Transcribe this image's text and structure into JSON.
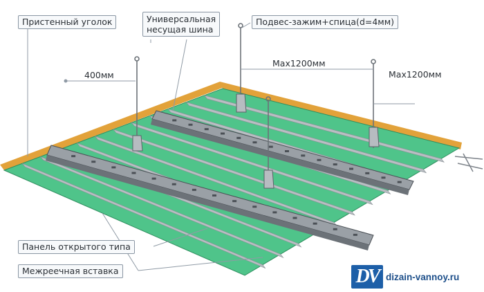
{
  "labels": {
    "wall_angle": "Пристенный уголок",
    "carrier_line1": "Универсальная",
    "carrier_line2": "несущая шина",
    "hanger": "Подвес-зажим+спица(d=4мм)",
    "panel": "Панель открытого типа",
    "insert": "Межреечная вставка"
  },
  "dimensions": {
    "spacing_400": "400мм",
    "max_1200_a": "Max1200мм",
    "max_1200_b": "Max1200мм"
  },
  "watermark": {
    "logo": "DV",
    "site": "dizain-vannoy.ru"
  },
  "colors": {
    "panel_green": "#4fc48a",
    "panel_dark": "#2f8d5e",
    "rail_gray": "#7d838a",
    "rail_dark": "#4b5056",
    "wall_angle": "#e2a23a",
    "strip_gray": "#b9bec3",
    "leader": "#8f9aa5",
    "brand_blue": "#1d5fa8"
  }
}
